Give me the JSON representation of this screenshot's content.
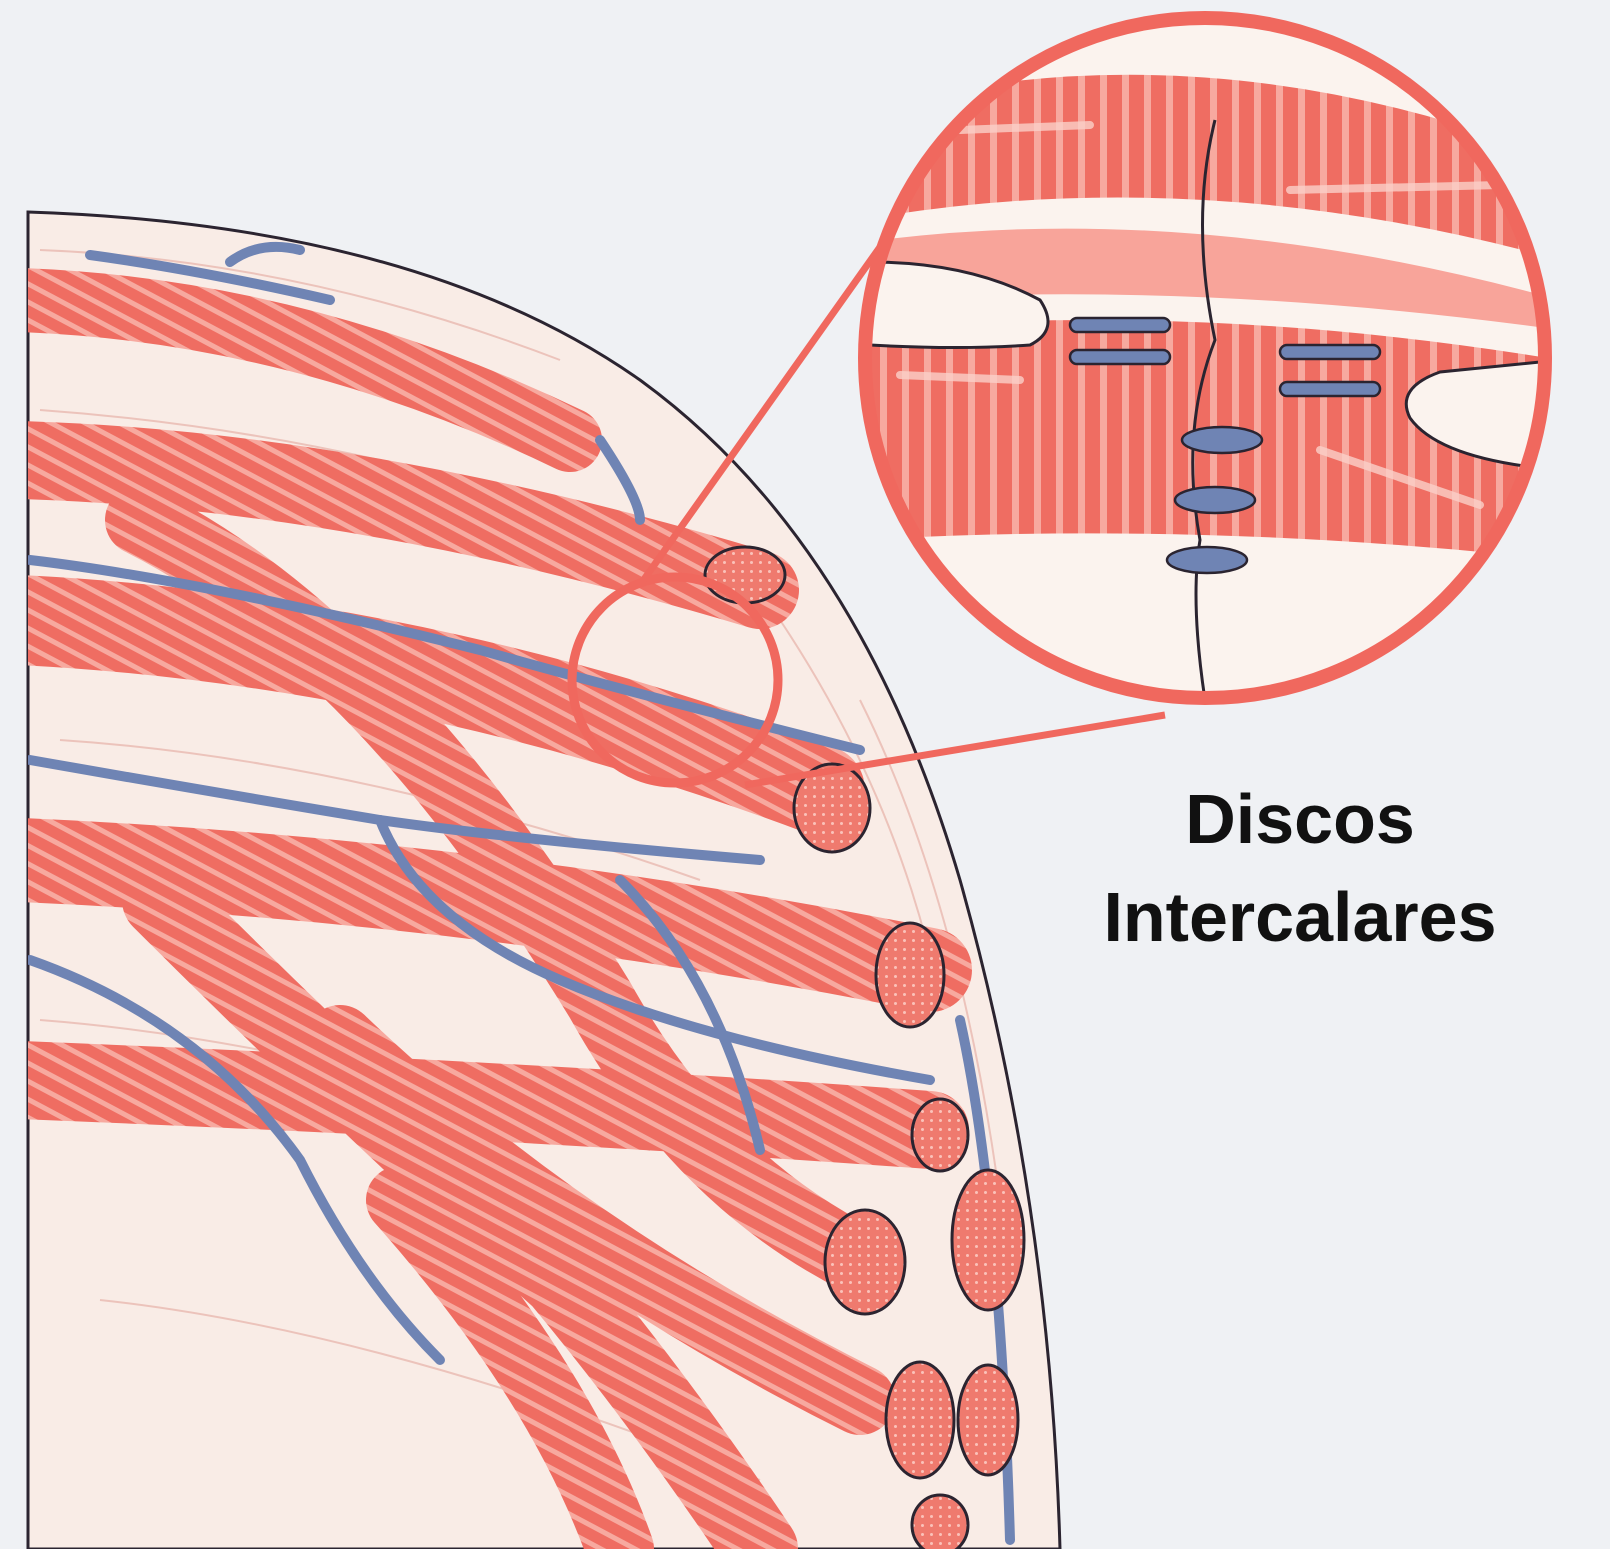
{
  "diagram": {
    "label_lines": [
      "Discos",
      "Intercalares"
    ],
    "colors": {
      "background": "#eff1f4",
      "tissue": "#f9ece6",
      "muscle_fiber": "#ef6d62",
      "fiber_dark": "#d8473e",
      "striation": "#f7a99f",
      "vessel": "#6f84b4",
      "outline": "#2b2430",
      "magnifier_ring": "#f0685e"
    },
    "icons": [
      "magnifier-circle",
      "intercalated-disc-junction",
      "desmosome-icon"
    ]
  }
}
